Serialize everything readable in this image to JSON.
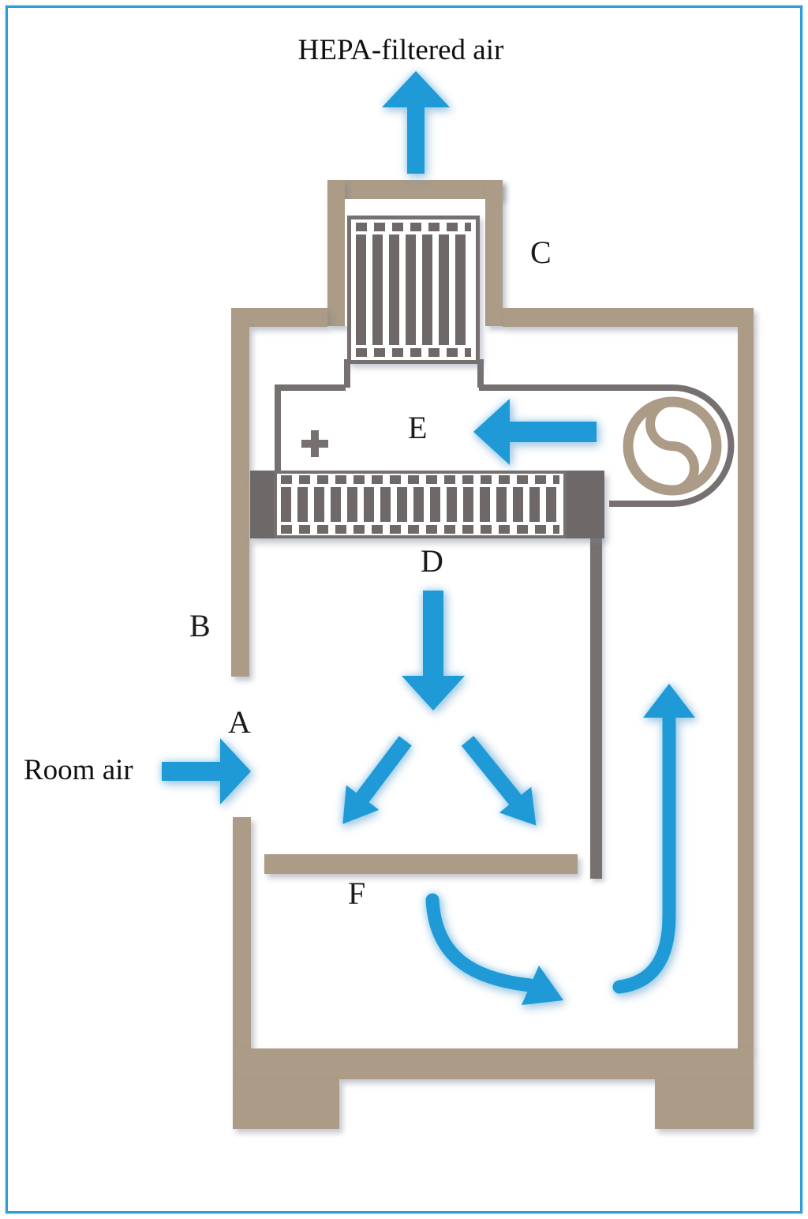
{
  "diagram": {
    "type": "biosafety-cabinet-airflow-diagram",
    "labels": {
      "hepa_filtered_air": "HEPA-filtered air",
      "room_air": "Room air"
    },
    "markers": {
      "A": "A",
      "B": "B",
      "C": "C",
      "D": "D",
      "E": "E",
      "F": "F"
    },
    "plus_sign": "+",
    "icons": {
      "blower": "blower-fan-icon",
      "exhaust_filter": "hepa-filter-exhaust",
      "supply_filter": "hepa-filter-supply"
    },
    "airflow_arrows": [
      "exhaust-up",
      "blower-to-plenum-left",
      "room-air-in",
      "downflow",
      "split-down-left",
      "split-down-right",
      "under-worksurface-right",
      "rear-channel-up"
    ],
    "colors": {
      "cabinet_tan": "#ab9b87",
      "duct_gray": "#767070",
      "filter_dark_gray": "#6e6868",
      "arrow_blue": "#1f9ad6",
      "frame_blue": "#2e9ed8",
      "text_black": "#1b1b1b",
      "background": "#ffffff"
    }
  }
}
